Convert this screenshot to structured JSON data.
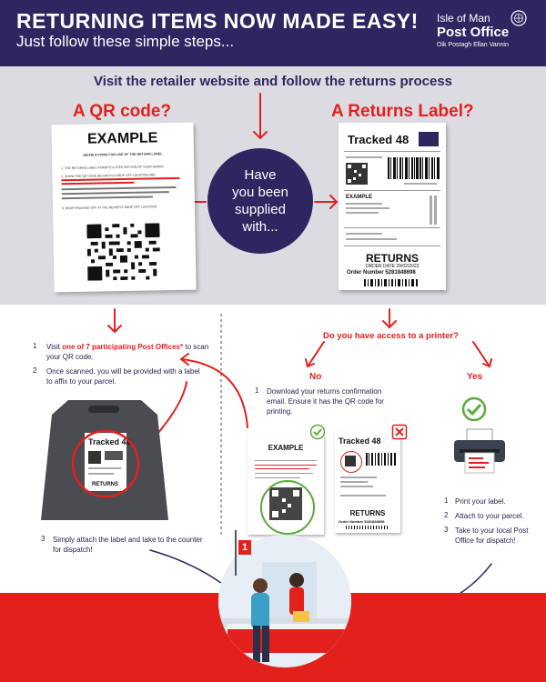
{
  "header": {
    "title": "RETURNING ITEMS NOW MADE EASY!",
    "subtitle": "Just follow these simple steps...",
    "logo": {
      "line1": "Isle of Man",
      "line2": "Post Office",
      "line3": "Oik Postagh Ellan Vannin"
    }
  },
  "intro": {
    "visit_text": "Visit the retailer website and follow the returns process",
    "qr_heading": "A QR code?",
    "label_heading": "A Returns Label?",
    "question_lines": [
      "Have",
      "you been",
      "supplied",
      "with..."
    ]
  },
  "qr_example": {
    "title": "EXAMPLE",
    "subheading": "INSTRUCTIONS FOR USE OF THE RETURN LABEL",
    "line1": "1.  THE RETURNS LABEL PERMITS A FREE RETURN OF YOUR ORDER.",
    "line2": "2.  SHOW THE QR CODE BELOW IN A DROP OFF LOCATION AND",
    "line3": "3.  DROP PACKAGE OFF AT THE NEAREST DROP OFF LOCATION"
  },
  "tracked_label": {
    "service": "Tracked 48",
    "example": "EXAMPLE",
    "returns": "RETURNS",
    "order_date": "ORDER DATE 29/02/2023",
    "order_number": "Order Number  5281848698"
  },
  "qr_path": {
    "steps": [
      {
        "num": "1",
        "pre": "Visit ",
        "bold": "one of 7 participating Post Offices*",
        "post": " to scan your QR code."
      },
      {
        "num": "2",
        "text": "Once scanned, you will be provided with a label to affix to your parcel."
      },
      {
        "num": "3",
        "text": "Simply attach the label and take to the counter for dispatch!"
      }
    ]
  },
  "label_path": {
    "question": "Do you have access to a printer?",
    "no_label": "No",
    "yes_label": "Yes",
    "no_step": {
      "num": "1",
      "text": "Download your returns confirmation email. Ensure it has the QR code for printing."
    },
    "yes_steps": [
      {
        "num": "1",
        "text": "Print your label."
      },
      {
        "num": "2",
        "text": "Attach to your parcel."
      },
      {
        "num": "3",
        "text": "Take to your local Post Office for dispatch!"
      }
    ],
    "mini_example_title": "EXAMPLE",
    "mini_tracked": "Tracked 48",
    "mini_returns": "RETURNS",
    "mini_order": "Order Number  5281848698"
  },
  "bag_label": {
    "service": "Tracked 48",
    "returns": "RETURNS"
  },
  "counter_sign": "1",
  "colors": {
    "navy": "#2e2660",
    "red": "#e2211c",
    "grey_band": "#dcdbe1",
    "green_check": "#5dab3a"
  }
}
